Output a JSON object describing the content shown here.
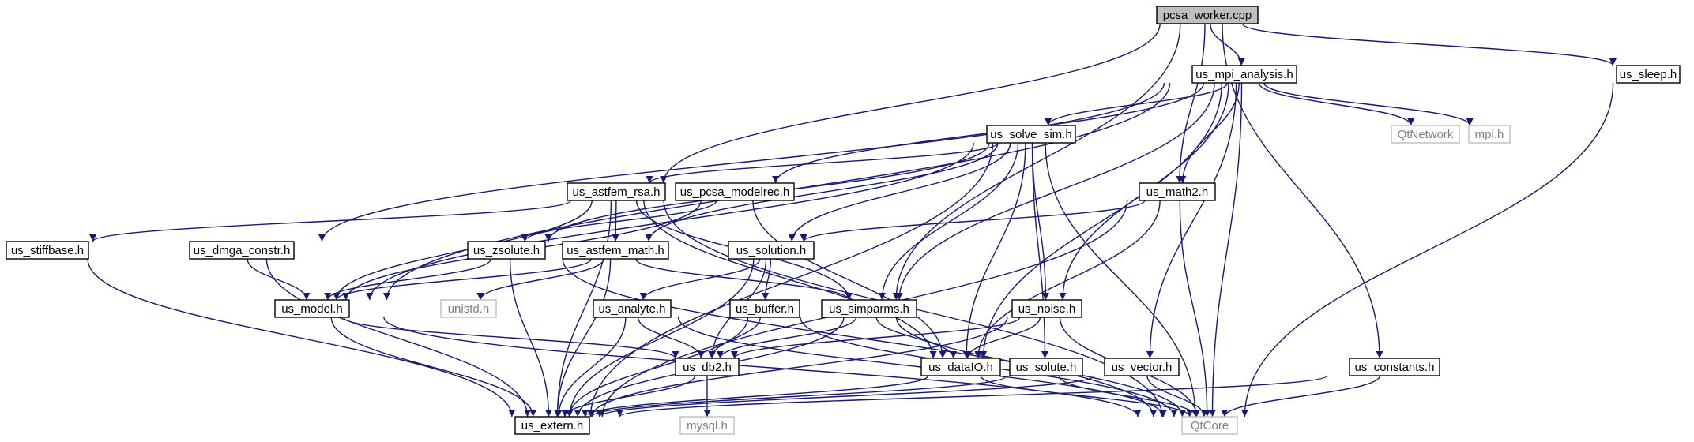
{
  "diagram": {
    "colors": {
      "edge": "#191970",
      "node_border": "#000000",
      "missing_node_border": "#bfbfbf",
      "missing_node_text": "#7f7f7f",
      "root_fill": "#bfbfbf",
      "node_fill": "#ffffff"
    },
    "nodes": [
      {
        "id": "pcsa_worker",
        "label": "pcsa_worker.cpp",
        "kind": "root"
      },
      {
        "id": "us_mpi_analysis",
        "label": "us_mpi_analysis.h",
        "kind": "normal"
      },
      {
        "id": "us_sleep",
        "label": "us_sleep.h",
        "kind": "normal"
      },
      {
        "id": "us_solve_sim",
        "label": "us_solve_sim.h",
        "kind": "normal"
      },
      {
        "id": "QtNetwork",
        "label": "QtNetwork",
        "kind": "missing"
      },
      {
        "id": "mpi",
        "label": "mpi.h",
        "kind": "missing"
      },
      {
        "id": "us_astfem_rsa",
        "label": "us_astfem_rsa.h",
        "kind": "normal"
      },
      {
        "id": "us_pcsa_modelrec",
        "label": "us_pcsa_modelrec.h",
        "kind": "normal"
      },
      {
        "id": "us_math2",
        "label": "us_math2.h",
        "kind": "normal"
      },
      {
        "id": "us_stiffbase",
        "label": "us_stiffbase.h",
        "kind": "normal"
      },
      {
        "id": "us_dmga_constr",
        "label": "us_dmga_constr.h",
        "kind": "normal"
      },
      {
        "id": "us_zsolute",
        "label": "us_zsolute.h",
        "kind": "normal"
      },
      {
        "id": "us_astfem_math",
        "label": "us_astfem_math.h",
        "kind": "normal"
      },
      {
        "id": "us_solution",
        "label": "us_solution.h",
        "kind": "normal"
      },
      {
        "id": "us_model",
        "label": "us_model.h",
        "kind": "normal"
      },
      {
        "id": "unistd",
        "label": "unistd.h",
        "kind": "missing"
      },
      {
        "id": "us_analyte",
        "label": "us_analyte.h",
        "kind": "normal"
      },
      {
        "id": "us_buffer",
        "label": "us_buffer.h",
        "kind": "normal"
      },
      {
        "id": "us_simparms",
        "label": "us_simparms.h",
        "kind": "normal"
      },
      {
        "id": "us_noise",
        "label": "us_noise.h",
        "kind": "normal"
      },
      {
        "id": "us_db2",
        "label": "us_db2.h",
        "kind": "normal"
      },
      {
        "id": "us_dataIO",
        "label": "us_dataIO.h",
        "kind": "normal"
      },
      {
        "id": "us_solute",
        "label": "us_solute.h",
        "kind": "normal"
      },
      {
        "id": "us_vector",
        "label": "us_vector.h",
        "kind": "normal"
      },
      {
        "id": "us_constants",
        "label": "us_constants.h",
        "kind": "normal"
      },
      {
        "id": "us_extern",
        "label": "us_extern.h",
        "kind": "normal"
      },
      {
        "id": "mysql",
        "label": "mysql.h",
        "kind": "missing"
      },
      {
        "id": "QtCore",
        "label": "QtCore",
        "kind": "missing"
      }
    ],
    "edges": [
      [
        "pcsa_worker",
        "us_mpi_analysis"
      ],
      [
        "pcsa_worker",
        "us_sleep"
      ],
      [
        "pcsa_worker",
        "us_astfem_rsa"
      ],
      [
        "pcsa_worker",
        "us_simparms"
      ],
      [
        "pcsa_worker",
        "us_math2"
      ],
      [
        "pcsa_worker",
        "us_constants"
      ],
      [
        "us_mpi_analysis",
        "us_solve_sim"
      ],
      [
        "us_mpi_analysis",
        "QtNetwork"
      ],
      [
        "us_mpi_analysis",
        "mpi"
      ],
      [
        "us_mpi_analysis",
        "us_pcsa_modelrec"
      ],
      [
        "us_mpi_analysis",
        "us_math2"
      ],
      [
        "us_mpi_analysis",
        "us_dmga_constr"
      ],
      [
        "us_mpi_analysis",
        "us_model"
      ],
      [
        "us_mpi_analysis",
        "us_simparms"
      ],
      [
        "us_mpi_analysis",
        "us_noise"
      ],
      [
        "us_mpi_analysis",
        "us_dataIO"
      ],
      [
        "us_mpi_analysis",
        "us_vector"
      ],
      [
        "us_mpi_analysis",
        "QtCore"
      ],
      [
        "us_sleep",
        "QtCore"
      ],
      [
        "us_solve_sim",
        "us_astfem_rsa"
      ],
      [
        "us_solve_sim",
        "us_model"
      ],
      [
        "us_solve_sim",
        "us_zsolute"
      ],
      [
        "us_solve_sim",
        "us_astfem_math"
      ],
      [
        "us_solve_sim",
        "us_solution"
      ],
      [
        "us_solve_sim",
        "us_simparms"
      ],
      [
        "us_solve_sim",
        "us_noise"
      ],
      [
        "us_solve_sim",
        "us_dataIO"
      ],
      [
        "us_solve_sim",
        "us_solute"
      ],
      [
        "us_solve_sim",
        "us_extern"
      ],
      [
        "us_solve_sim",
        "QtCore"
      ],
      [
        "us_astfem_rsa",
        "us_stiffbase"
      ],
      [
        "us_astfem_rsa",
        "us_model"
      ],
      [
        "us_astfem_rsa",
        "us_astfem_math"
      ],
      [
        "us_astfem_rsa",
        "us_simparms"
      ],
      [
        "us_astfem_rsa",
        "us_dataIO"
      ],
      [
        "us_astfem_rsa",
        "us_extern"
      ],
      [
        "us_astfem_rsa",
        "QtCore"
      ],
      [
        "us_pcsa_modelrec",
        "us_zsolute"
      ],
      [
        "us_pcsa_modelrec",
        "us_model"
      ],
      [
        "us_pcsa_modelrec",
        "us_dataIO"
      ],
      [
        "us_math2",
        "us_solution"
      ],
      [
        "us_math2",
        "us_dataIO"
      ],
      [
        "us_math2",
        "us_extern"
      ],
      [
        "us_math2",
        "QtCore"
      ],
      [
        "us_stiffbase",
        "us_extern"
      ],
      [
        "us_dmga_constr",
        "us_model"
      ],
      [
        "us_dmga_constr",
        "us_extern"
      ],
      [
        "us_zsolute",
        "us_model"
      ],
      [
        "us_zsolute",
        "us_extern"
      ],
      [
        "us_zsolute",
        "QtCore"
      ],
      [
        "us_astfem_math",
        "us_model"
      ],
      [
        "us_astfem_math",
        "unistd"
      ],
      [
        "us_astfem_math",
        "us_simparms"
      ],
      [
        "us_astfem_math",
        "us_extern"
      ],
      [
        "us_solution",
        "us_analyte"
      ],
      [
        "us_solution",
        "us_buffer"
      ],
      [
        "us_solution",
        "us_db2"
      ],
      [
        "us_solution",
        "us_extern"
      ],
      [
        "us_model",
        "us_db2"
      ],
      [
        "us_model",
        "us_extern"
      ],
      [
        "us_model",
        "QtCore"
      ],
      [
        "us_analyte",
        "us_db2"
      ],
      [
        "us_analyte",
        "us_extern"
      ],
      [
        "us_analyte",
        "QtCore"
      ],
      [
        "us_buffer",
        "us_db2"
      ],
      [
        "us_buffer",
        "us_extern"
      ],
      [
        "us_buffer",
        "QtCore"
      ],
      [
        "us_simparms",
        "us_db2"
      ],
      [
        "us_simparms",
        "us_dataIO"
      ],
      [
        "us_simparms",
        "us_extern"
      ],
      [
        "us_simparms",
        "QtCore"
      ],
      [
        "us_noise",
        "us_db2"
      ],
      [
        "us_noise",
        "us_dataIO"
      ],
      [
        "us_noise",
        "us_extern"
      ],
      [
        "us_noise",
        "QtCore"
      ],
      [
        "us_db2",
        "mysql"
      ],
      [
        "us_db2",
        "us_extern"
      ],
      [
        "us_dataIO",
        "us_extern"
      ],
      [
        "us_dataIO",
        "QtCore"
      ],
      [
        "us_solute",
        "us_extern"
      ],
      [
        "us_solute",
        "QtCore"
      ],
      [
        "us_vector",
        "us_extern"
      ],
      [
        "us_vector",
        "QtCore"
      ],
      [
        "us_constants",
        "us_extern"
      ],
      [
        "us_constants",
        "QtCore"
      ]
    ]
  }
}
